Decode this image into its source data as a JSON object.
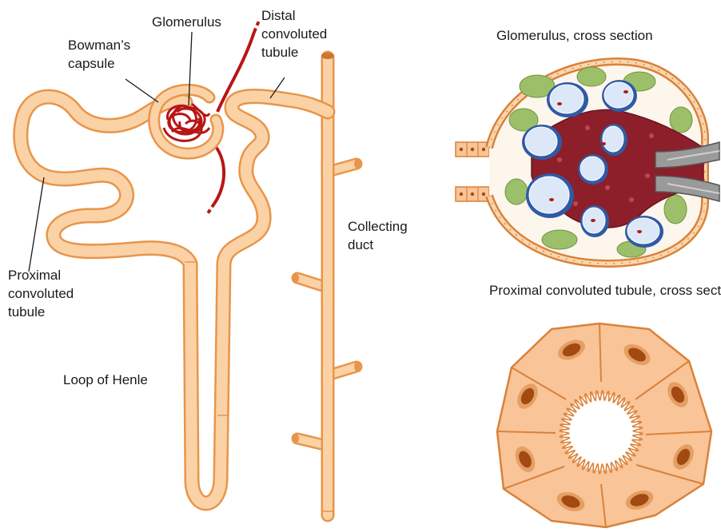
{
  "nephron": {
    "labels": {
      "glomerulus": "Glomerulus",
      "bowmans_capsule": "Bowman’s\ncapsule",
      "distal_convoluted_tubule": "Distal\nconvoluted\ntubule",
      "collecting_duct": "Collecting\nduct",
      "proximal_convoluted_tubule": "Proximal\nconvoluted\ntubule",
      "loop_of_henle": "Loop of Henle"
    }
  },
  "glomerulus_cross_section": {
    "title": "Glomerulus,  cross section"
  },
  "pct_cross_section": {
    "title": "Proximal convoluted tubule,\n cross section"
  },
  "colors": {
    "tubule_fill": "#fbd2a6",
    "tubule_stroke": "#e8954a",
    "vessel": "#b81616",
    "cell_fill": "#f9c497",
    "cell_stroke": "#d9823a",
    "nucleus": "#a34a12",
    "capillary_fill": "#dce8f7",
    "capillary_stroke": "#2f5aa6",
    "mesangium": "#8c1f2a",
    "podocyte": "#9cbf6a"
  }
}
